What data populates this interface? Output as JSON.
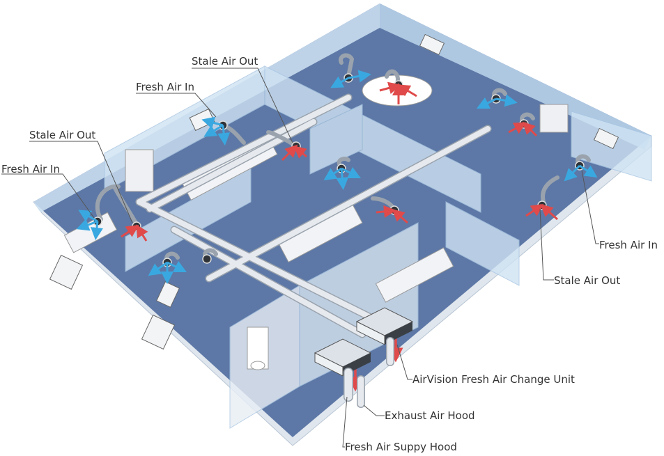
{
  "labels": {
    "fresh_air_in_top": "Fresh Air In",
    "stale_air_out_top": "Stale Air Out",
    "stale_air_out_left": "Stale Air Out",
    "fresh_air_in_left": "Fresh Air In",
    "fresh_air_in_right": "Fresh Air In",
    "stale_air_out_right": "Stale Air Out",
    "airvision_unit": "AirVision Fresh Air Change Unit",
    "exhaust_air_hood": "Exhaust Air Hood",
    "fresh_air_supply_hood": "Fresh Air Suppy Hood"
  },
  "colors": {
    "floor": "#5d78a6",
    "wall": "#cfe3f3",
    "wall_edge": "#a9c6e2",
    "duct": "#e6e9ee",
    "duct_edge": "#9aa3ad",
    "fresh_arrow": "#3aa8e0",
    "stale_arrow": "#e04a4a",
    "unit_body": "#3a3f45",
    "leader": "#555555"
  }
}
